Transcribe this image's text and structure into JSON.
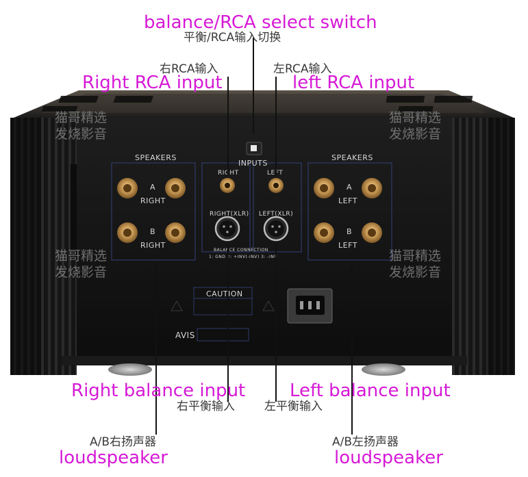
{
  "annotations": {
    "switch_en": "balance/RCA select switch",
    "switch_cn": "平衡/RCA输入切换",
    "right_rca_cn": "右RCA输入",
    "left_rca_cn": "左RCA输入",
    "right_rca_en": "Right RCA input",
    "left_rca_en": "left RCA input",
    "right_bal_en": "Right balance input",
    "left_bal_en": "Left balance input",
    "right_bal_cn": "右平衡输入",
    "left_bal_cn": "左平衡输入",
    "ab_right_cn": "A/B右扬声器",
    "ab_left_cn": "A/B左扬声器",
    "loudspeaker_left": "loudspeaker",
    "loudspeaker_right": "loudspeaker"
  },
  "watermark": {
    "line1": "猫哥精选",
    "line2": "发烧影音"
  },
  "panel": {
    "speakers_left": "SPEAKERS",
    "speakers_right": "SPEAKERS",
    "inputs": "INPUTS",
    "right": "RIGHT",
    "left": "LEFT",
    "a": "A",
    "b": "B",
    "right_xlr": "RIGHT(XLR)",
    "left_xlr": "LEFT(XLR)",
    "balance_conn": "BALANCE CONNECTION",
    "pins": "1: GND   2: +INV(-INV)   3: -INV",
    "caution": "CAUTION",
    "brand": "AVIS"
  }
}
